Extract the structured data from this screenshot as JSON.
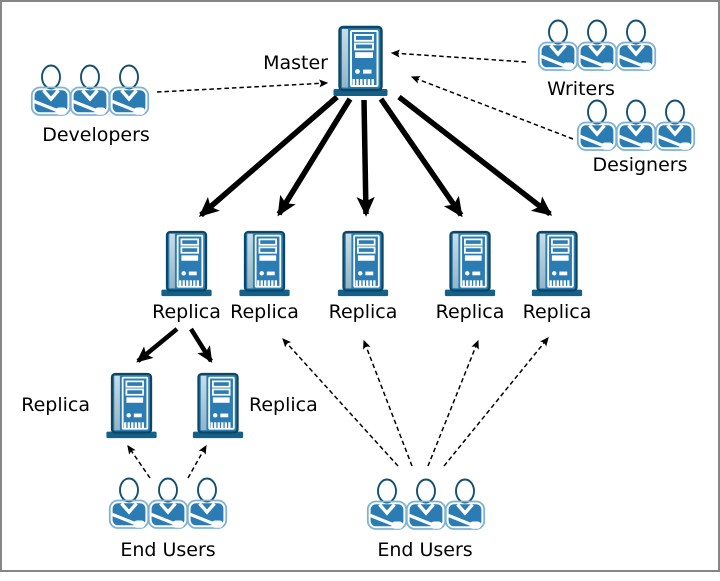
{
  "colors": {
    "background": "#ffffff",
    "frame_border": "#868686",
    "server_blue": "#2b7cb3",
    "server_outline": "#0d4663",
    "server_base": "#136189",
    "server_side_panel": "#b3ccd9",
    "person_blue": "#2b7cb3",
    "person_halo": "#7fb2d4",
    "person_head_outline": "#14506e",
    "arrow": "#000000",
    "label_text": "#000000"
  },
  "nodes": {
    "master": {
      "label": "Master",
      "kind": "server"
    },
    "replicas_mid": [
      {
        "label": "Replica",
        "kind": "server"
      },
      {
        "label": "Replica",
        "kind": "server"
      },
      {
        "label": "Replica",
        "kind": "server"
      },
      {
        "label": "Replica",
        "kind": "server"
      },
      {
        "label": "Replica",
        "kind": "server"
      }
    ],
    "replicas_sub": [
      {
        "label": "Replica",
        "kind": "server"
      },
      {
        "label": "Replica",
        "kind": "server"
      }
    ],
    "user_groups": [
      {
        "id": "developers",
        "label": "Developers",
        "people": 3
      },
      {
        "id": "writers",
        "label": "Writers",
        "people": 3
      },
      {
        "id": "designers",
        "label": "Designers",
        "people": 3
      },
      {
        "id": "end-users-left",
        "label": "End Users",
        "people": 3
      },
      {
        "id": "end-users-center",
        "label": "End Users",
        "people": 3
      }
    ]
  },
  "edges": [
    {
      "from": "developers",
      "to": "master",
      "style": "dashed-thin"
    },
    {
      "from": "writers",
      "to": "master",
      "style": "dashed-thin"
    },
    {
      "from": "designers",
      "to": "master",
      "style": "dashed-thin"
    },
    {
      "from": "master",
      "to": "replica-mid-1",
      "style": "solid-bold"
    },
    {
      "from": "master",
      "to": "replica-mid-2",
      "style": "solid-bold"
    },
    {
      "from": "master",
      "to": "replica-mid-3",
      "style": "solid-bold"
    },
    {
      "from": "master",
      "to": "replica-mid-4",
      "style": "solid-bold"
    },
    {
      "from": "master",
      "to": "replica-mid-5",
      "style": "solid-bold"
    },
    {
      "from": "replica-mid-1",
      "to": "replica-sub-1",
      "style": "solid-bold"
    },
    {
      "from": "replica-mid-1",
      "to": "replica-sub-2",
      "style": "solid-bold"
    },
    {
      "from": "end-users-left",
      "to": "replica-sub-1",
      "style": "dashed-thin"
    },
    {
      "from": "end-users-left",
      "to": "replica-sub-2",
      "style": "dashed-thin"
    },
    {
      "from": "end-users-center",
      "to": "replica-mid-2",
      "style": "dashed-thin"
    },
    {
      "from": "end-users-center",
      "to": "replica-mid-3",
      "style": "dashed-thin"
    },
    {
      "from": "end-users-center",
      "to": "replica-mid-4",
      "style": "dashed-thin"
    },
    {
      "from": "end-users-center",
      "to": "replica-mid-5",
      "style": "dashed-thin"
    }
  ]
}
